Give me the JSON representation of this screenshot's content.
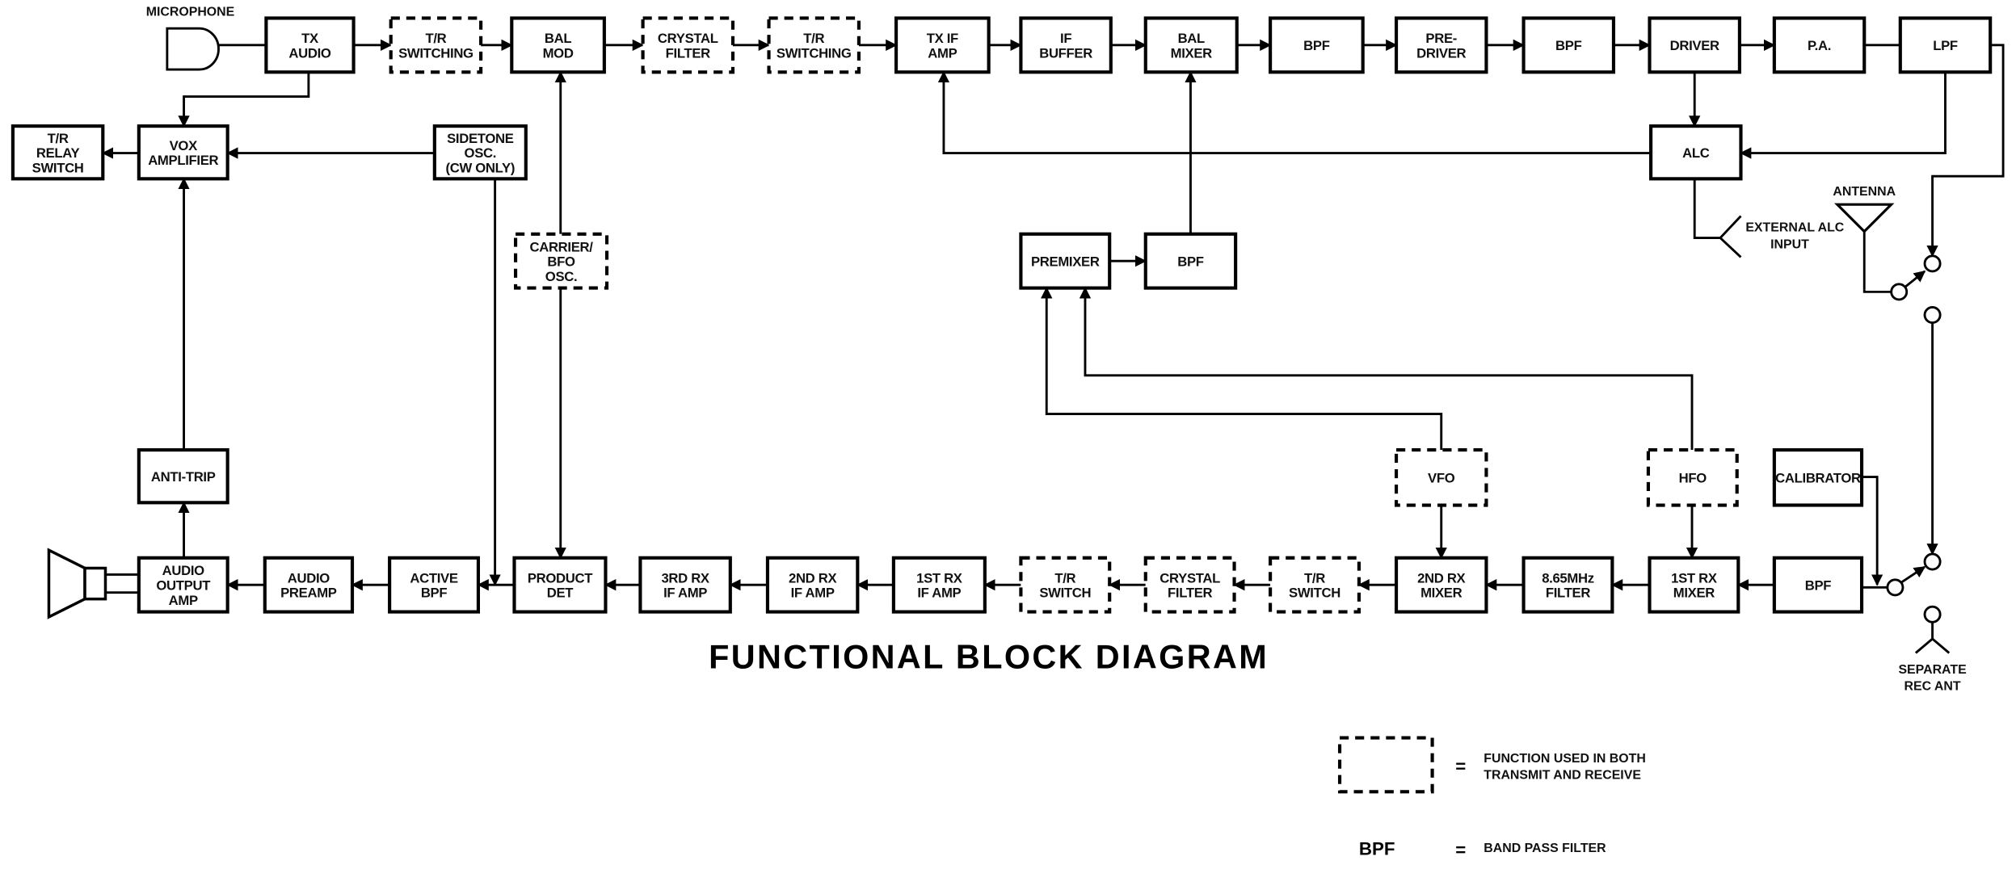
{
  "title": "FUNCTIONAL BLOCK DIAGRAM",
  "blocks": {
    "tx_audio": [
      "TX",
      "AUDIO"
    ],
    "tr_switching_1": [
      "T/R",
      "SWITCHING"
    ],
    "bal_mod": [
      "BAL",
      "MOD"
    ],
    "crystal_filter_tx": [
      "CRYSTAL",
      "FILTER"
    ],
    "tr_switching_2": [
      "T/R",
      "SWITCHING"
    ],
    "tx_if_amp": [
      "TX IF",
      "AMP"
    ],
    "if_buffer": [
      "IF",
      "BUFFER"
    ],
    "bal_mixer": [
      "BAL",
      "MIXER"
    ],
    "bpf_tx1": [
      "BPF"
    ],
    "pre_driver": [
      "PRE-",
      "DRIVER"
    ],
    "bpf_tx2": [
      "BPF"
    ],
    "driver": [
      "DRIVER"
    ],
    "pa": [
      "P.A."
    ],
    "lpf": [
      "LPF"
    ],
    "tr_relay_switch": [
      "T/R",
      "RELAY",
      "SWITCH"
    ],
    "vox_amplifier": [
      "VOX",
      "AMPLIFIER"
    ],
    "sidetone_osc": [
      "SIDETONE",
      "OSC.",
      "(CW ONLY)"
    ],
    "carrier_bfo_osc": [
      "CARRIER/",
      "BFO",
      "OSC."
    ],
    "alc": [
      "ALC"
    ],
    "premixer": [
      "PREMIXER"
    ],
    "bpf_premix": [
      "BPF"
    ],
    "anti_trip": [
      "ANTI-TRIP"
    ],
    "vfo": [
      "VFO"
    ],
    "hfo": [
      "HFO"
    ],
    "calibrator": [
      "CALIBRATOR"
    ],
    "audio_output_amp": [
      "AUDIO",
      "OUTPUT",
      "AMP"
    ],
    "audio_preamp": [
      "AUDIO",
      "PREAMP"
    ],
    "active_bpf": [
      "ACTIVE",
      "BPF"
    ],
    "product_det": [
      "PRODUCT",
      "DET"
    ],
    "rx_if_amp_3": [
      "3RD RX",
      "IF AMP"
    ],
    "rx_if_amp_2": [
      "2ND RX",
      "IF AMP"
    ],
    "rx_if_amp_1": [
      "1ST RX",
      "IF AMP"
    ],
    "tr_switch_rx1": [
      "T/R",
      "SWITCH"
    ],
    "crystal_filter_rx": [
      "CRYSTAL",
      "FILTER"
    ],
    "tr_switch_rx2": [
      "T/R",
      "SWITCH"
    ],
    "rx_mixer_2": [
      "2ND RX",
      "MIXER"
    ],
    "filter_865": [
      "8.65MHz",
      "FILTER"
    ],
    "rx_mixer_1": [
      "1ST RX",
      "MIXER"
    ],
    "bpf_rx": [
      "BPF"
    ]
  },
  "labels": {
    "microphone": "MICROPHONE",
    "antenna": "ANTENNA",
    "external_alc": [
      "EXTERNAL ALC",
      "INPUT"
    ],
    "separate_rec_ant": [
      "SEPARATE",
      "REC ANT"
    ]
  },
  "legend": {
    "dashed_desc": [
      "FUNCTION USED IN BOTH",
      "TRANSMIT AND RECEIVE"
    ],
    "bpf_abbr": "BPF",
    "bpf_desc": "BAND PASS FILTER",
    "equals": "="
  }
}
